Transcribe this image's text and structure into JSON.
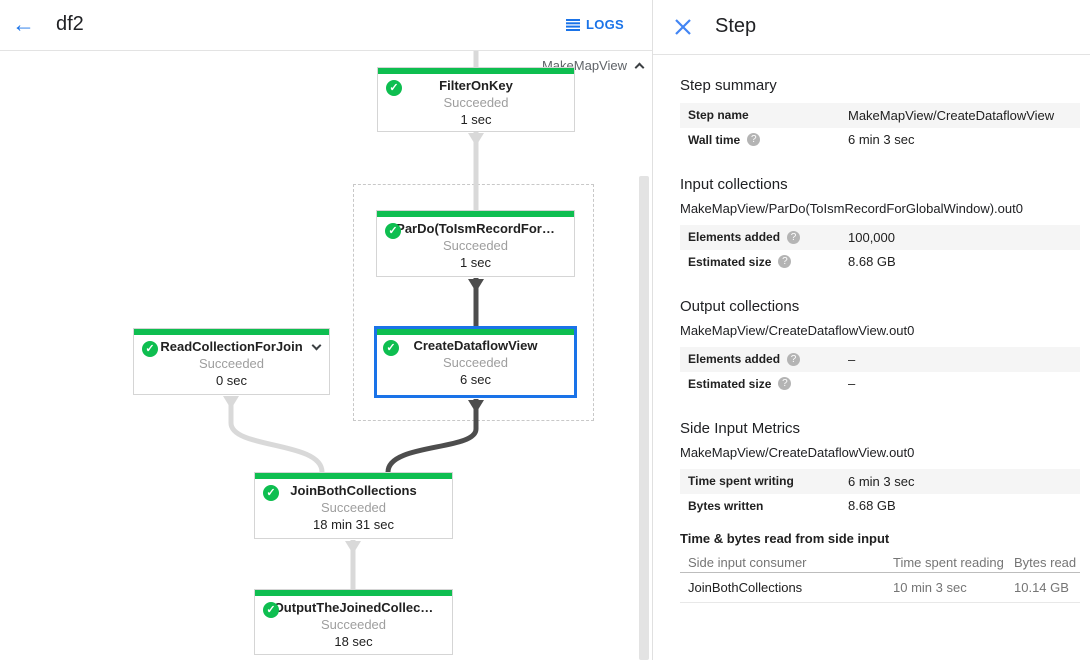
{
  "header": {
    "title": "df2",
    "logs_label": "LOGS"
  },
  "icons": {
    "back": "←",
    "check": "✓",
    "help": "?"
  },
  "colors": {
    "success_green": "#0ebe50",
    "selected_blue": "#1a73e8",
    "accent_blue": "#1a73e8",
    "edge_light": "#d9d9d9",
    "edge_dark": "#4d4d4d"
  },
  "graph": {
    "group_label": "MakeMapView",
    "nodes": [
      {
        "title": "FilterOnKey",
        "status": "Succeeded",
        "time": "1 sec"
      },
      {
        "title": "ParDo(ToIsmRecordFor…",
        "status": "Succeeded",
        "time": "1 sec"
      },
      {
        "title": "CreateDataflowView",
        "status": "Succeeded",
        "time": "6 sec"
      },
      {
        "title": "ReadCollectionForJoin",
        "status": "Succeeded",
        "time": "0 sec"
      },
      {
        "title": "JoinBothCollections",
        "status": "Succeeded",
        "time": "18 min 31 sec"
      },
      {
        "title": "OutputTheJoinedCollec…",
        "status": "Succeeded",
        "time": "18 sec"
      }
    ]
  },
  "panel": {
    "title": "Step",
    "sections": [
      {
        "heading": "Step summary",
        "rows": [
          {
            "label": "Step name",
            "value": "MakeMapView/CreateDataflowView"
          },
          {
            "label": "Wall time",
            "value": "6 min 3 sec"
          }
        ]
      },
      {
        "heading": "Input collections",
        "subheading": "MakeMapView/ParDo(ToIsmRecordForGlobalWindow).out0",
        "rows": [
          {
            "label": "Elements added",
            "value": "100,000"
          },
          {
            "label": "Estimated size",
            "value": "8.68 GB"
          }
        ]
      },
      {
        "heading": "Output collections",
        "subheading": "MakeMapView/CreateDataflowView.out0",
        "rows": [
          {
            "label": "Elements added",
            "value": "–"
          },
          {
            "label": "Estimated size",
            "value": "–"
          }
        ]
      },
      {
        "heading": "Side Input Metrics",
        "subheading": "MakeMapView/CreateDataflowView.out0",
        "rows": [
          {
            "label": "Time spent writing",
            "value": "6 min 3 sec"
          },
          {
            "label": "Bytes written",
            "value": "8.68 GB"
          }
        ]
      }
    ],
    "side_input_table": {
      "heading": "Time & bytes read from side input",
      "columns": [
        "Side input consumer",
        "Time spent reading",
        "Bytes read"
      ],
      "rows": [
        {
          "consumer": "JoinBothCollections",
          "time_reading": "10 min 3 sec",
          "bytes_read": "10.14 GB"
        }
      ]
    }
  }
}
